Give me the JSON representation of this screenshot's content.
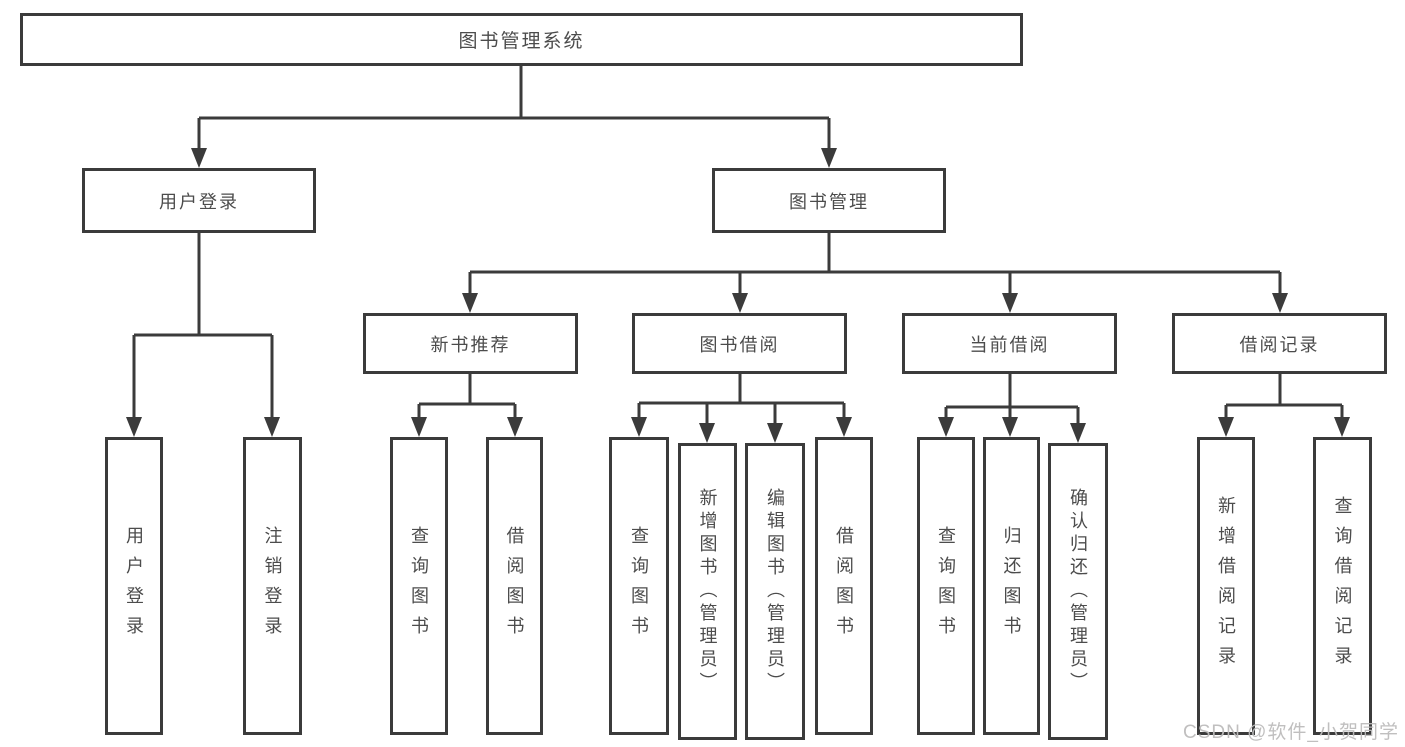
{
  "tree": {
    "label": "图书管理系统",
    "children": [
      {
        "label": "用户登录",
        "children": [
          {
            "label": "用户登录"
          },
          {
            "label": "注销登录"
          }
        ]
      },
      {
        "label": "图书管理",
        "children": [
          {
            "label": "新书推荐",
            "children": [
              {
                "label": "查询图书"
              },
              {
                "label": "借阅图书"
              }
            ]
          },
          {
            "label": "图书借阅",
            "children": [
              {
                "label": "查询图书"
              },
              {
                "label": "新增图书（管理员）"
              },
              {
                "label": "编辑图书（管理员）"
              },
              {
                "label": "借阅图书"
              }
            ]
          },
          {
            "label": "当前借阅",
            "children": [
              {
                "label": "查询图书"
              },
              {
                "label": "归还图书"
              },
              {
                "label": "确认归还（管理员）"
              }
            ]
          },
          {
            "label": "借阅记录",
            "children": [
              {
                "label": "新增借阅记录"
              },
              {
                "label": "查询借阅记录"
              }
            ]
          }
        ]
      }
    ]
  },
  "watermark": "CSDN @软件_小贺同学",
  "colors": {
    "background": "#ffffff",
    "line": "#3b3b3b",
    "box_border": "#3b3b3b",
    "text": "#4c4c4c",
    "watermark": "#bdbcbc"
  }
}
